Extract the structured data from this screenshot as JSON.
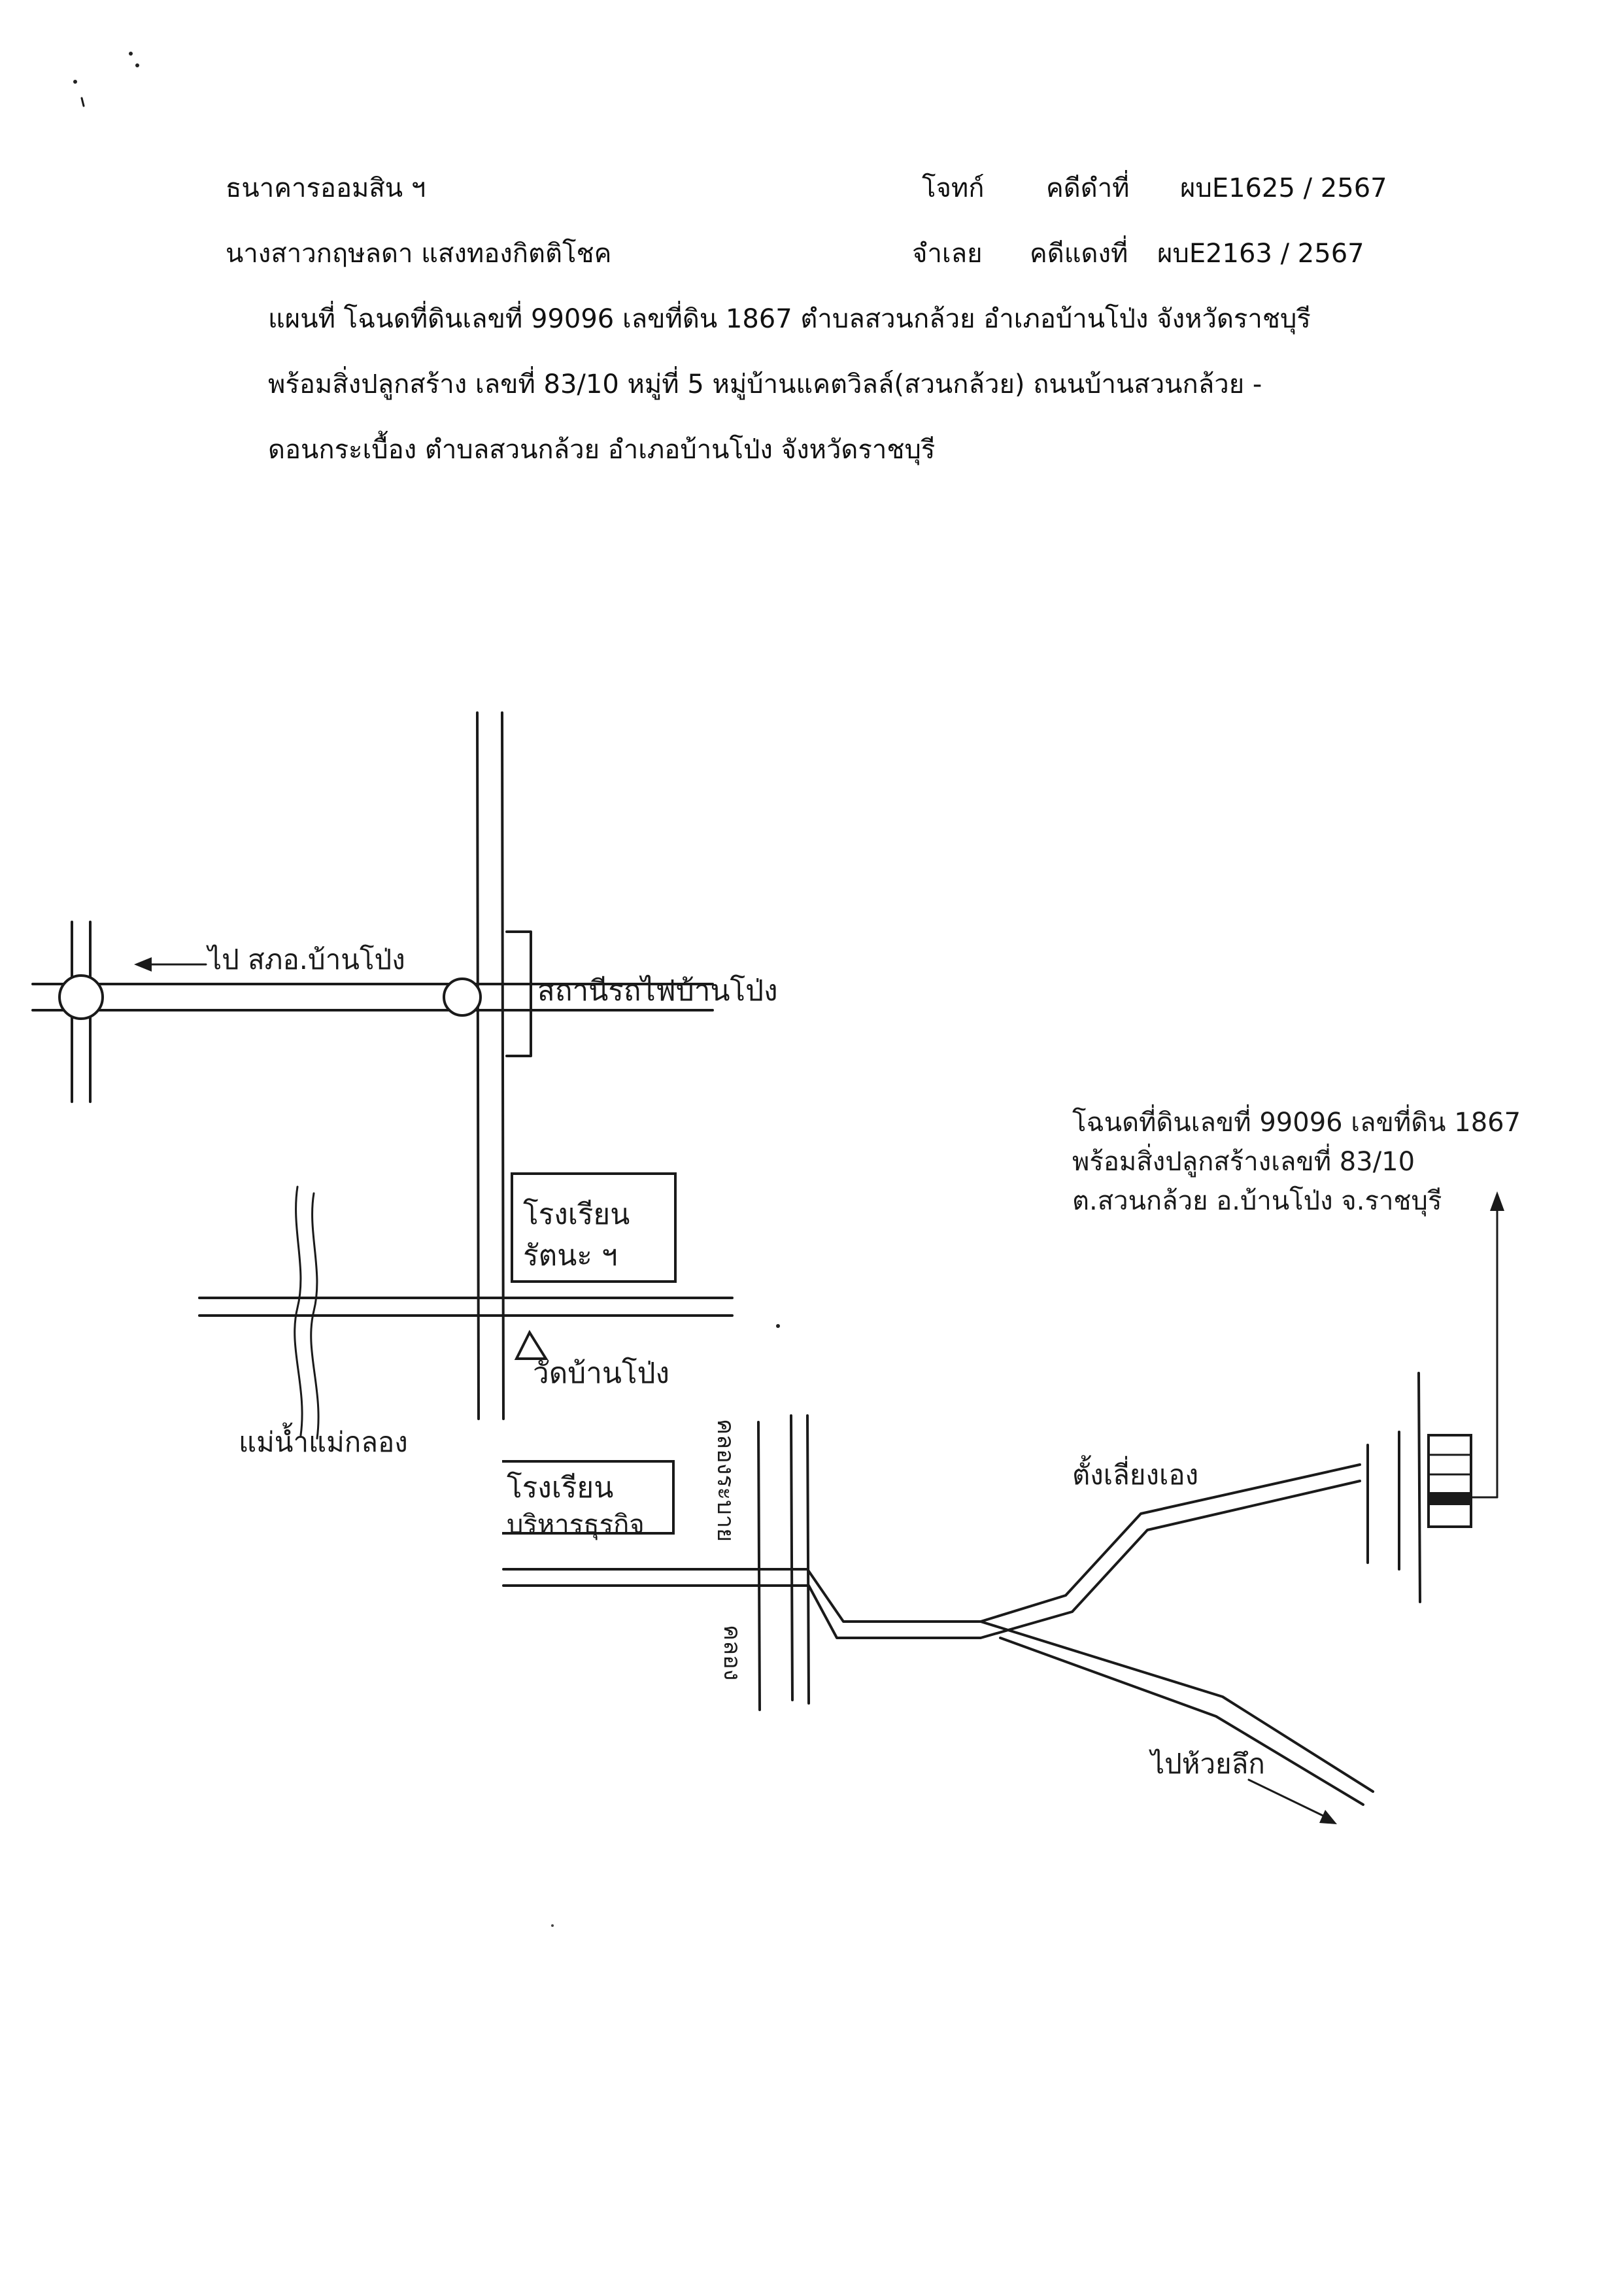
{
  "header": {
    "plaintiff_name": "ธนาคารออมสิน ฯ",
    "defendant_name": "นางสาวกฤษลดา แสงทองกิตติโชค",
    "plaintiff_role": "โจทก์",
    "defendant_role": "จำเลย",
    "black_case_label": "คดีดำที่",
    "red_case_label": "คดีแดงที่",
    "black_case_no": "ผบE1625 / 2567",
    "red_case_no": "ผบE2163 / 2567"
  },
  "description": {
    "line1": "แผนที่ โฉนดที่ดินเลขที่ 99096 เลขที่ดิน 1867 ตำบลสวนกล้วย อำเภอบ้านโป่ง จังหวัดราชบุรี",
    "line2": "พร้อมสิ่งปลูกสร้าง เลขที่ 83/10 หมู่ที่ 5 หมู่บ้านแคตวิลล์(สวนกล้วย) ถนนบ้านสวนกล้วย -",
    "line3": "ดอนกระเบื้อง ตำบลสวนกล้วย อำเภอบ้านโป่ง จังหวัดราชบุรี"
  },
  "map": {
    "to_district_office": "ไป สภอ.บ้านโป่ง",
    "train_station": "สถานีรถไฟบ้านโป่ง",
    "school_1_line1": "โรงเรียน",
    "school_1_line2": "รัตนะ ฯ",
    "temple": "วัดบ้านโป่ง",
    "river": "แม่น้ำแม่กลอง",
    "school_2_line1": "โรงเรียน",
    "school_2_line2": "บริหารธุรกิจ",
    "canal_upper": "คลองระบาย",
    "canal_lower": "คลอง",
    "shop": "ตั้งเลี่ยงเอง",
    "to_huai": "ไปห้วยลึก",
    "plot_line1": "โฉนดที่ดินเลขที่ 99096 เลขที่ดิน 1867",
    "plot_line2": "พร้อมสิ่งปลูกสร้างเลขที่ 83/10",
    "plot_line3": "ต.สวนกล้วย อ.บ้านโป่ง จ.ราชบุรี"
  }
}
